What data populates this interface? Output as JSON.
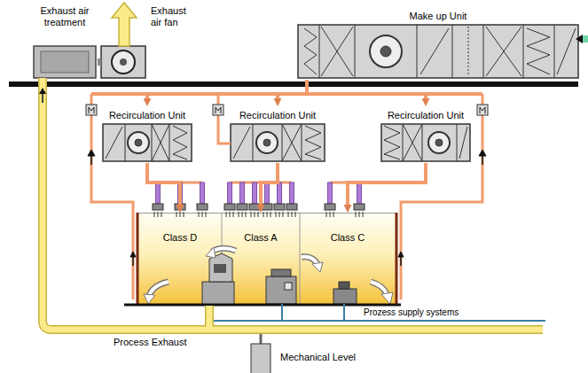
{
  "diagram": {
    "nodes": [
      {
        "text": [
          "Exhaust air treatment"
        ]
      },
      {
        "text": [
          "Exhaust air fan"
        ]
      },
      {
        "text": [
          "Make up Unit"
        ]
      },
      {
        "text": [
          "Recirculation Unit"
        ]
      },
      {
        "text": [
          "Recirculation Unit"
        ]
      },
      {
        "text": [
          "Recirculation Unit"
        ]
      },
      {
        "text": [
          "Class D"
        ]
      },
      {
        "text": [
          "Class A"
        ]
      },
      {
        "text": [
          "Class C"
        ]
      }
    ],
    "edges": [
      {
        "from": 0,
        "to": 1,
        "arrow": "none"
      },
      {
        "from": 2,
        "to": 3,
        "arrow": "to"
      },
      {
        "from": 2,
        "to": 4,
        "arrow": "to"
      },
      {
        "from": 2,
        "to": 5,
        "arrow": "to"
      },
      {
        "from": 3,
        "to": 6,
        "arrow": "to"
      },
      {
        "from": 4,
        "to": 7,
        "arrow": "to"
      },
      {
        "from": 5,
        "to": 8,
        "arrow": "to"
      }
    ],
    "labels": [
      "Prozess supply systems",
      "Process Exhaust",
      "Mechanical Level"
    ]
  }
}
